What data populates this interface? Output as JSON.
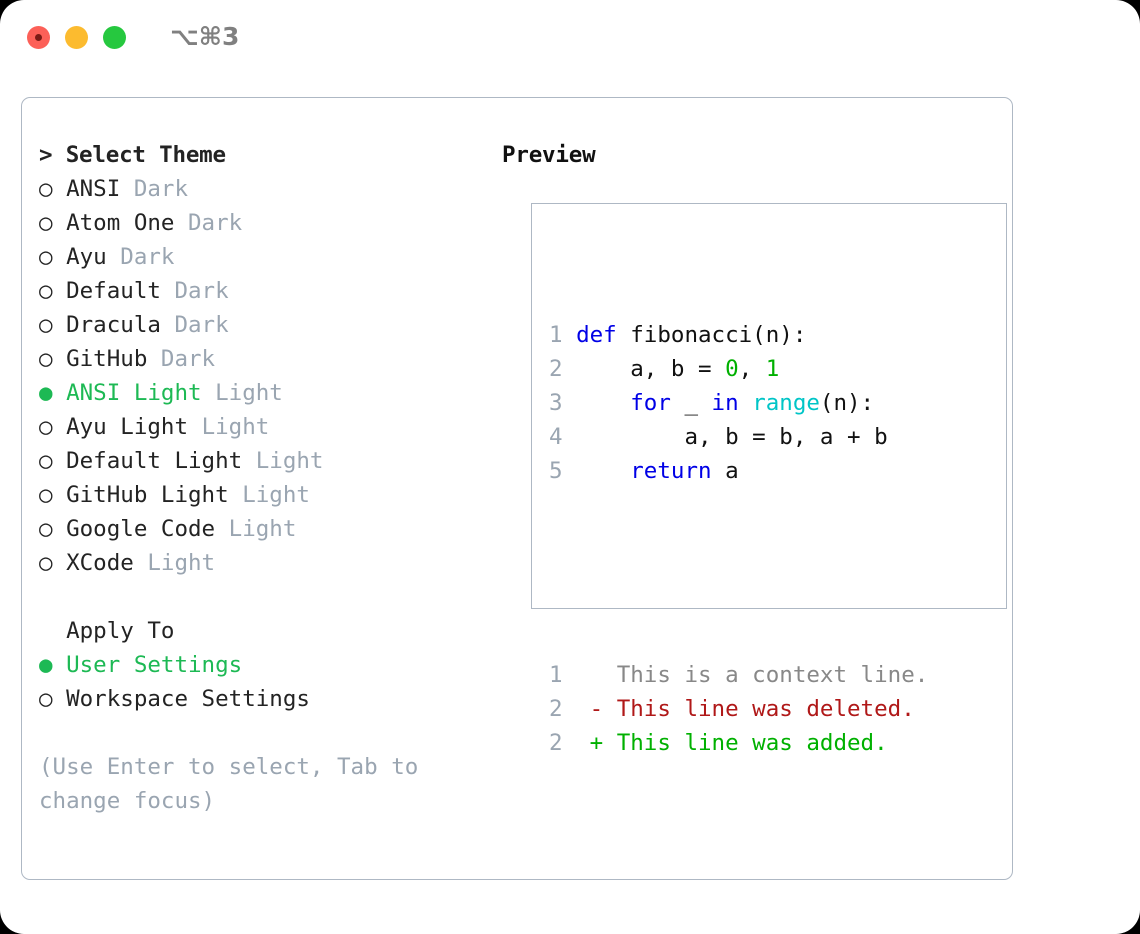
{
  "window": {
    "shortcut_label": "⌥⌘3",
    "traffic_lights": {
      "close": "close-dot",
      "minimize": "minimize-dot",
      "maximize": "maximize-dot"
    }
  },
  "colors": {
    "selected_green": "#1db954",
    "muted_gray": "#9aa5b1",
    "text": "#232323",
    "border": "#aeb8c4",
    "keyword_blue": "#0000e6",
    "builtin_cyan": "#00c5c7",
    "number_green": "#00b000",
    "diff_delete_red": "#b01818",
    "diff_add_green": "#00b000"
  },
  "theme_picker": {
    "heading_prefix": "> ",
    "heading": "Select Theme",
    "unselected_marker": "○ ",
    "selected_marker": "● ",
    "items": [
      {
        "name": "ANSI",
        "category": "Dark",
        "selected": false
      },
      {
        "name": "Atom One",
        "category": "Dark",
        "selected": false
      },
      {
        "name": "Ayu",
        "category": "Dark",
        "selected": false
      },
      {
        "name": "Default",
        "category": "Dark",
        "selected": false
      },
      {
        "name": "Dracula",
        "category": "Dark",
        "selected": false
      },
      {
        "name": "GitHub",
        "category": "Dark",
        "selected": false
      },
      {
        "name": "ANSI Light",
        "category": "Light",
        "selected": true
      },
      {
        "name": "Ayu Light",
        "category": "Light",
        "selected": false
      },
      {
        "name": "Default Light",
        "category": "Light",
        "selected": false
      },
      {
        "name": "GitHub Light",
        "category": "Light",
        "selected": false
      },
      {
        "name": "Google Code",
        "category": "Light",
        "selected": false
      },
      {
        "name": "XCode",
        "category": "Light",
        "selected": false
      }
    ]
  },
  "apply_to": {
    "label": "Apply To",
    "options": [
      {
        "name": "User Settings",
        "selected": true
      },
      {
        "name": "Workspace Settings",
        "selected": false
      }
    ]
  },
  "hint": {
    "line1": "(Use Enter to select, Tab to",
    "line2": "change focus)"
  },
  "preview": {
    "title": "Preview",
    "code_lines": [
      {
        "number": "1",
        "tokens": [
          {
            "t": "def",
            "c": "kw"
          },
          {
            "t": " fibonacci(n):",
            "c": "txt"
          }
        ]
      },
      {
        "number": "2",
        "tokens": [
          {
            "t": "    a, b = ",
            "c": "txt"
          },
          {
            "t": "0",
            "c": "num"
          },
          {
            "t": ", ",
            "c": "txt"
          },
          {
            "t": "1",
            "c": "num"
          }
        ]
      },
      {
        "number": "3",
        "tokens": [
          {
            "t": "    ",
            "c": "txt"
          },
          {
            "t": "for",
            "c": "kw"
          },
          {
            "t": " _ ",
            "c": "txt"
          },
          {
            "t": "in",
            "c": "kw"
          },
          {
            "t": " ",
            "c": "txt"
          },
          {
            "t": "range",
            "c": "bi"
          },
          {
            "t": "(n):",
            "c": "txt"
          }
        ]
      },
      {
        "number": "4",
        "tokens": [
          {
            "t": "        a, b = b, a + b",
            "c": "txt"
          }
        ]
      },
      {
        "number": "5",
        "tokens": [
          {
            "t": "    ",
            "c": "txt"
          },
          {
            "t": "return",
            "c": "kw"
          },
          {
            "t": " a",
            "c": "txt"
          }
        ]
      }
    ],
    "diff_lines": [
      {
        "number": "1",
        "marker": "  ",
        "text": "This is a context line.",
        "kind": "diff-ctx"
      },
      {
        "number": "2",
        "marker": "- ",
        "text": "This line was deleted.",
        "kind": "diff-del"
      },
      {
        "number": "2",
        "marker": "+ ",
        "text": "This line was added.",
        "kind": "diff-add"
      }
    ]
  }
}
